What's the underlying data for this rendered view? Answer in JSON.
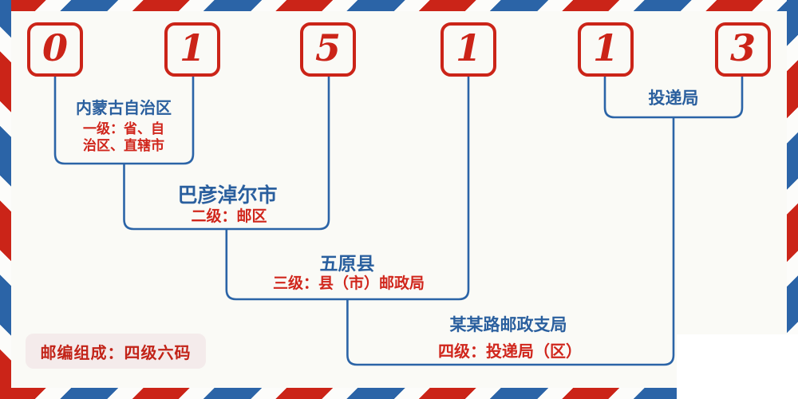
{
  "postal_code": {
    "digits": [
      "0",
      "1",
      "5",
      "1",
      "1",
      "3"
    ]
  },
  "levels": [
    {
      "name": "内蒙古自治区",
      "desc1": "一级：省、自",
      "desc2": "治区、直辖市"
    },
    {
      "name": "巴彦淖尔市",
      "desc1": "二级：邮区"
    },
    {
      "name": "五原县",
      "desc1": "三级：县（市）邮政局"
    },
    {
      "name": "某某路邮政支局",
      "desc1": "四级：投递局（区）"
    },
    {
      "name": "投递局"
    }
  ],
  "badge": {
    "text": "邮编组成：四级六码"
  },
  "colors": {
    "red": "#cb2418",
    "blue": "#2b64a7",
    "text_blue": "#2a5f9e",
    "text_red": "#d0261c",
    "background": "#fafaf6",
    "badge_bg": "#f4ebeb"
  }
}
